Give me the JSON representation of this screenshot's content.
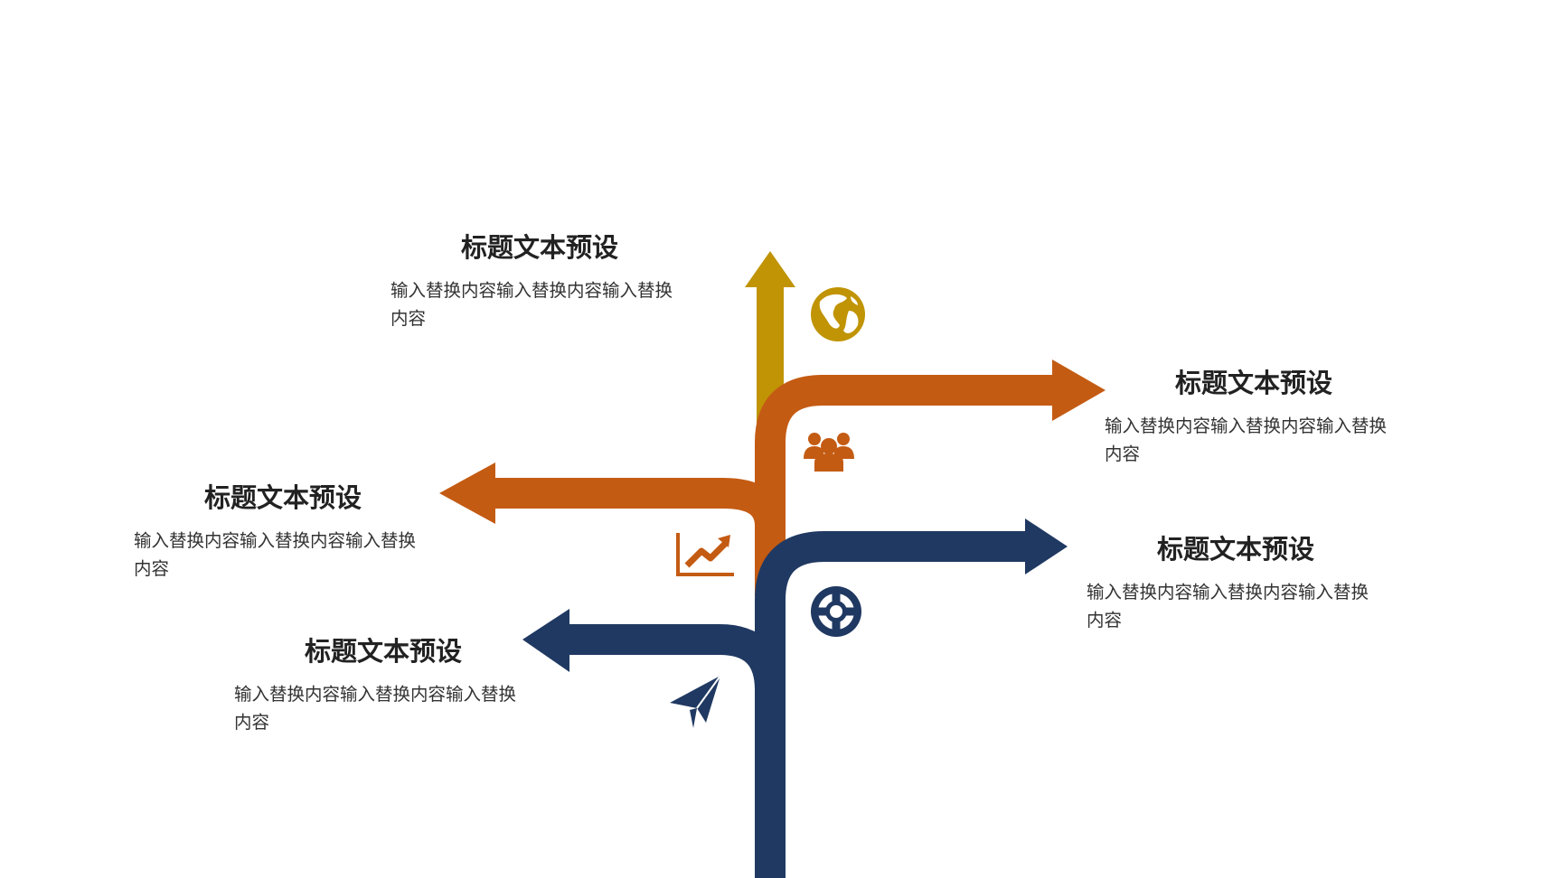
{
  "colors": {
    "gold": "#C09405",
    "orange": "#C45B13",
    "navy": "#203962",
    "title_text": "#222222",
    "body_text": "#333333",
    "background": "#FFFFFF"
  },
  "icons": {
    "gold": "globe-icon",
    "orange_right": "people-group-icon",
    "orange_left": "line-chart-icon",
    "navy_right": "lifebuoy-icon",
    "navy_left": "paper-plane-icon"
  },
  "blocks": {
    "top": {
      "title": "标题文本预设",
      "desc": "输入替换内容输入替换内容输入替换内容"
    },
    "right_upper": {
      "title": "标题文本预设",
      "desc": "输入替换内容输入替换内容输入替换内容"
    },
    "left_upper": {
      "title": "标题文本预设",
      "desc": "输入替换内容输入替换内容输入替换内容"
    },
    "right_lower": {
      "title": "标题文本预设",
      "desc": "输入替换内容输入替换内容输入替换内容"
    },
    "left_lower": {
      "title": "标题文本预设",
      "desc": "输入替换内容输入替换内容输入替换内容"
    }
  }
}
